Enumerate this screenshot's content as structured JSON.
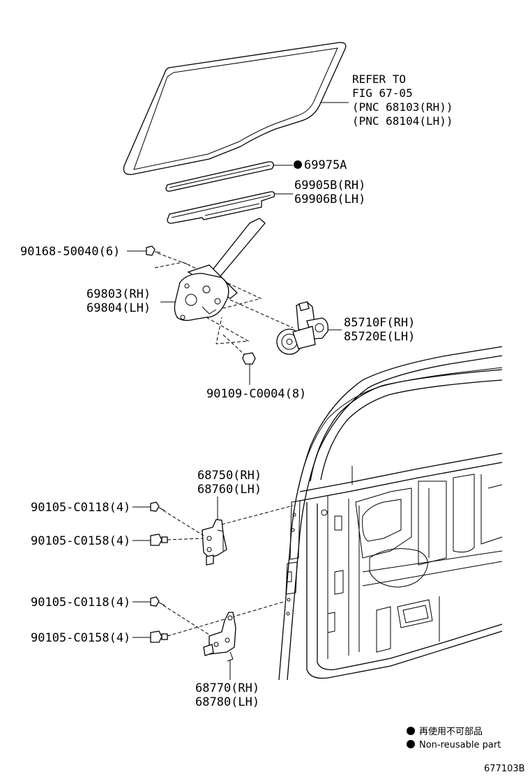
{
  "callouts": {
    "refer": [
      "REFER TO",
      "FIG 67-05",
      "(PNC 68103(RH))",
      "(PNC 68104(LH))"
    ],
    "weatherstrip_outer": "69975A",
    "weatherstrip_inner": [
      "69905B(RH)",
      "69906B(LH)"
    ],
    "bolt_regulator": "90168-50040(6)",
    "regulator": [
      "69803(RH)",
      "69804(LH)"
    ],
    "motor": [
      "85710F(RH)",
      "85720E(LH)"
    ],
    "bolt_motor": "90109-C0004(8)",
    "hinge_upper": [
      "68750(RH)",
      "68760(LH)"
    ],
    "hinge_upper_bolt_a": "90105-C0118(4)",
    "hinge_upper_bolt_b": "90105-C0158(4)",
    "hinge_lower_bolt_a": "90105-C0118(4)",
    "hinge_lower_bolt_b": "90105-C0158(4)",
    "hinge_lower": [
      "68770(RH)",
      "68780(LH)"
    ]
  },
  "legend": {
    "line_jp": "再使用不可部品",
    "line_en": "Non-reusable part"
  },
  "figure_id": "677103B"
}
